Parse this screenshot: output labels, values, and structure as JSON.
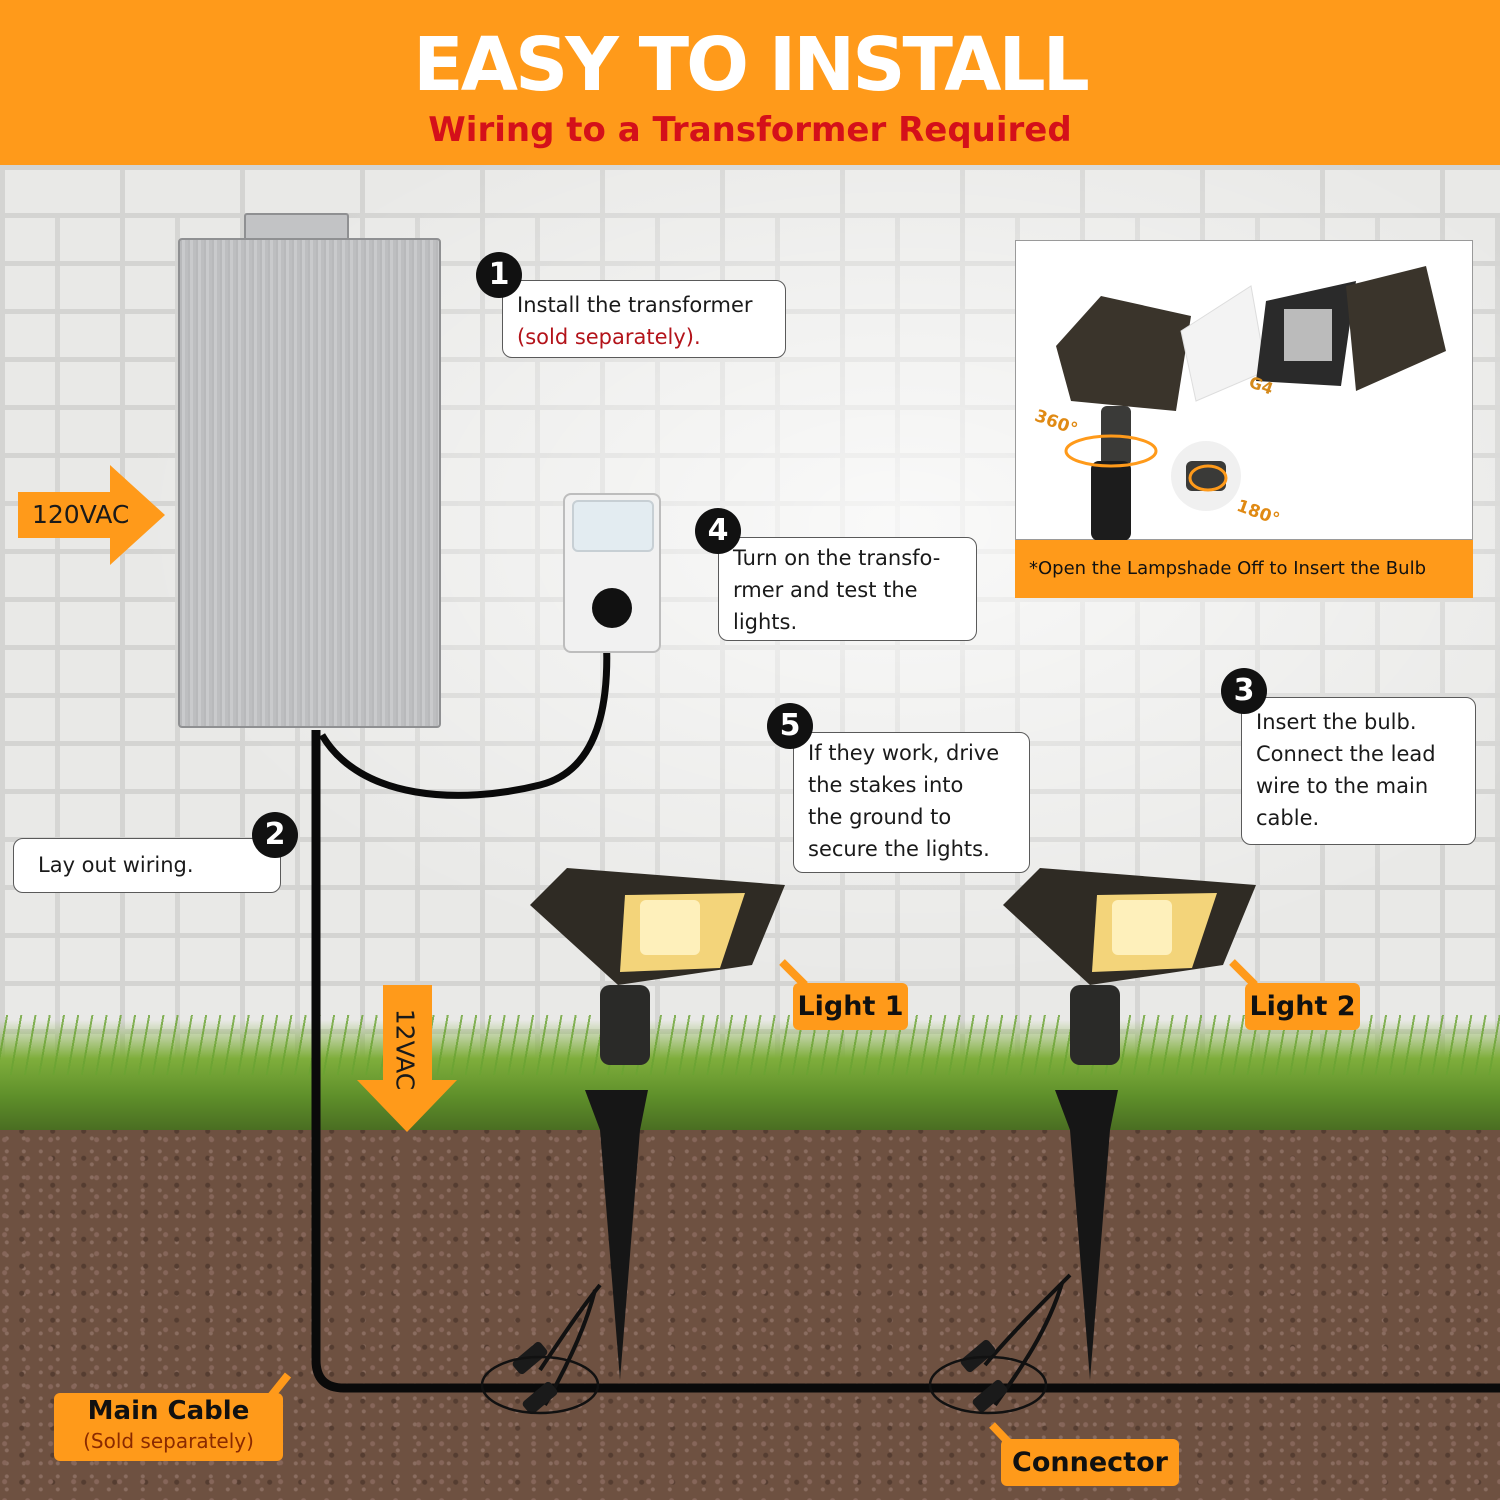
{
  "header": {
    "title": "EASY TO INSTALL",
    "subtitle": "Wiring to a Transformer Required"
  },
  "steps": [
    {
      "number": "1",
      "line1": "Install the transformer",
      "line2": "(sold separately)."
    },
    {
      "number": "2",
      "text": "Lay out wiring."
    },
    {
      "number": "3",
      "lines": [
        "Insert the bulb.",
        "Connect the lead",
        "wire to the main",
        "cable."
      ]
    },
    {
      "number": "4",
      "lines": [
        "Turn on the transfo-",
        "rmer and test the",
        "lights."
      ]
    },
    {
      "number": "5",
      "lines": [
        "If they work, drive",
        "the stakes into",
        "the ground to",
        "secure the lights."
      ]
    }
  ],
  "labels": {
    "input_voltage": "120VAC",
    "output_voltage": "12VAC",
    "light1": "Light 1",
    "light2": "Light 2",
    "main_cable": "Main Cable",
    "main_cable_note": "(Sold separately)",
    "connector": "Connector"
  },
  "inset": {
    "caption": "*Open the Lampshade Off to Insert the Bulb",
    "bulb_label": "G4",
    "rotate_a": "360°",
    "rotate_b": "180°"
  },
  "colors": {
    "accent": "#ff9a1a",
    "subtitle": "#d4101a",
    "note_red": "#b3131a"
  }
}
